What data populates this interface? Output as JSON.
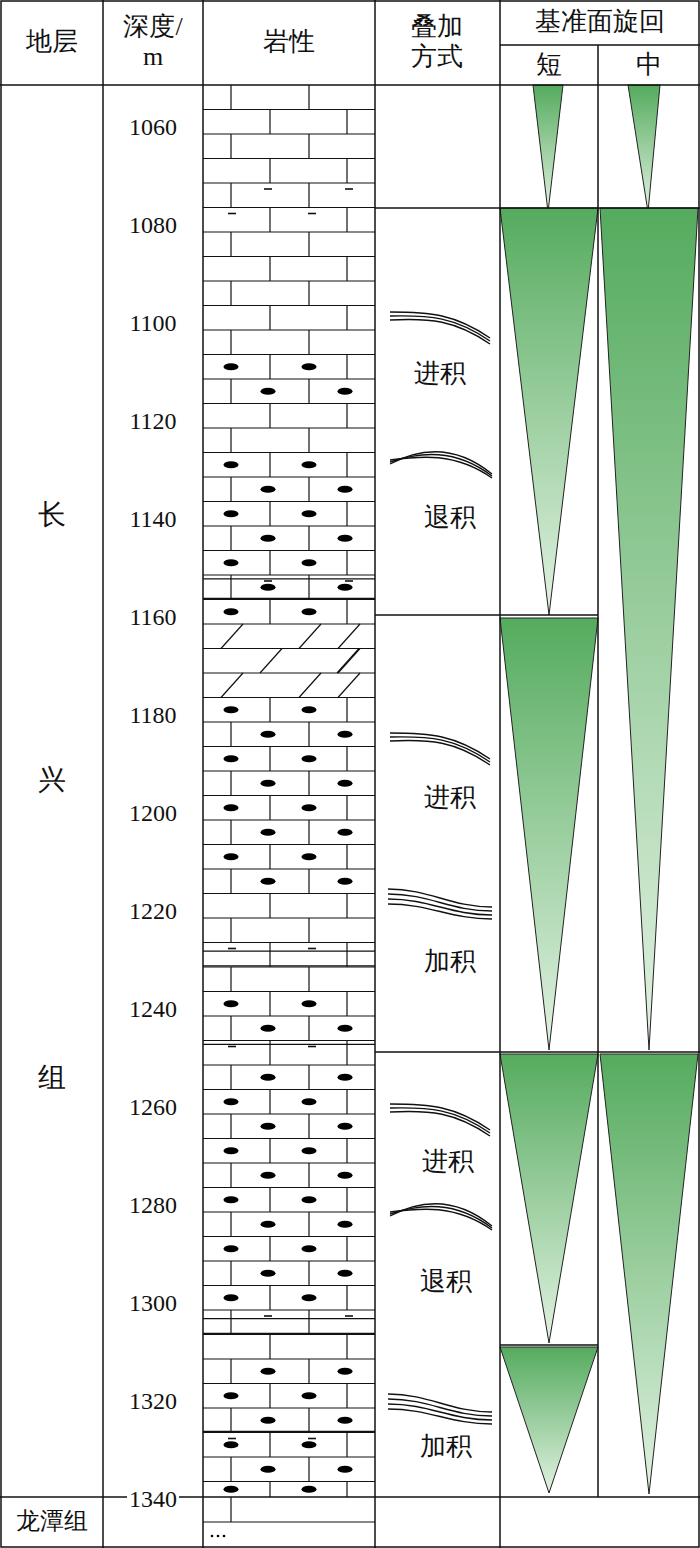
{
  "diagram": {
    "labels": [
      "地层",
      "深度/ m",
      "岩性",
      "叠加 方式",
      "基准面旋回",
      "短",
      "中",
      "1060",
      "1080",
      "1100",
      "1120",
      "1140",
      "1160",
      "1180",
      "1200",
      "1220",
      "1240",
      "1260",
      "1280",
      "1300",
      "1320",
      "1340",
      "长",
      "兴",
      "组",
      "龙潭组",
      "进积",
      "退积",
      "进积",
      "加积",
      "进积",
      "退积",
      "加积"
    ]
  }
}
